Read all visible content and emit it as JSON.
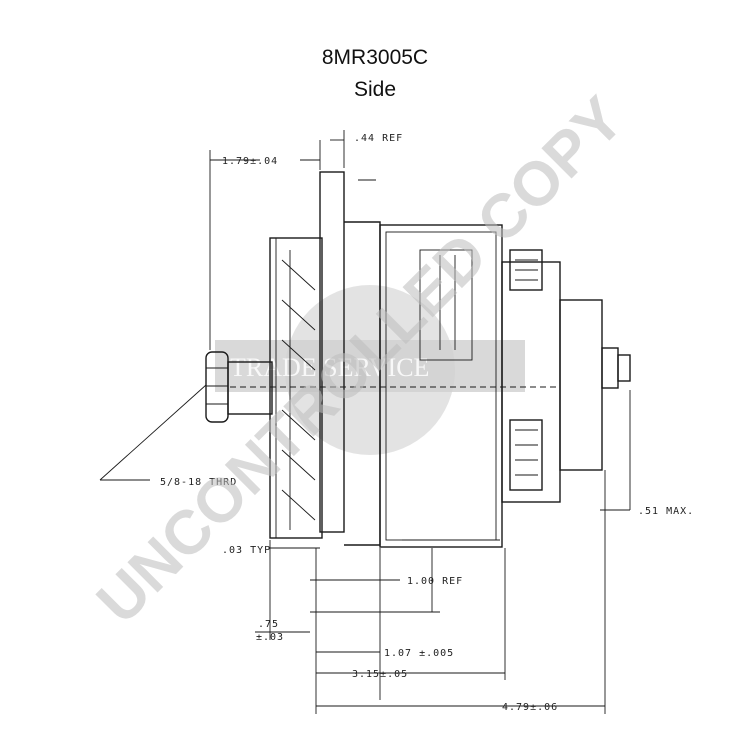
{
  "title": "8MR3005C",
  "subtitle": "Side",
  "dimensions": {
    "ref_44": ".44 REF",
    "d_179": "1.79±.04",
    "thread": "5/8-18 THRD",
    "max_51": ".51 MAX.",
    "typ_03": ".03 TYP",
    "ref_100": "1.00 REF",
    "d_75": ".75",
    "d_75_tol": "±.03",
    "d_107": "1.07 ±.005",
    "d_315": "3.15±.05",
    "d_479": "4.79±.06"
  },
  "watermark": {
    "stamp": "UNCONTROLLED COPY",
    "logo": "TRADE SERVICE"
  },
  "colors": {
    "line": "#1a1a1a",
    "watermark": "#bdbdbd"
  }
}
